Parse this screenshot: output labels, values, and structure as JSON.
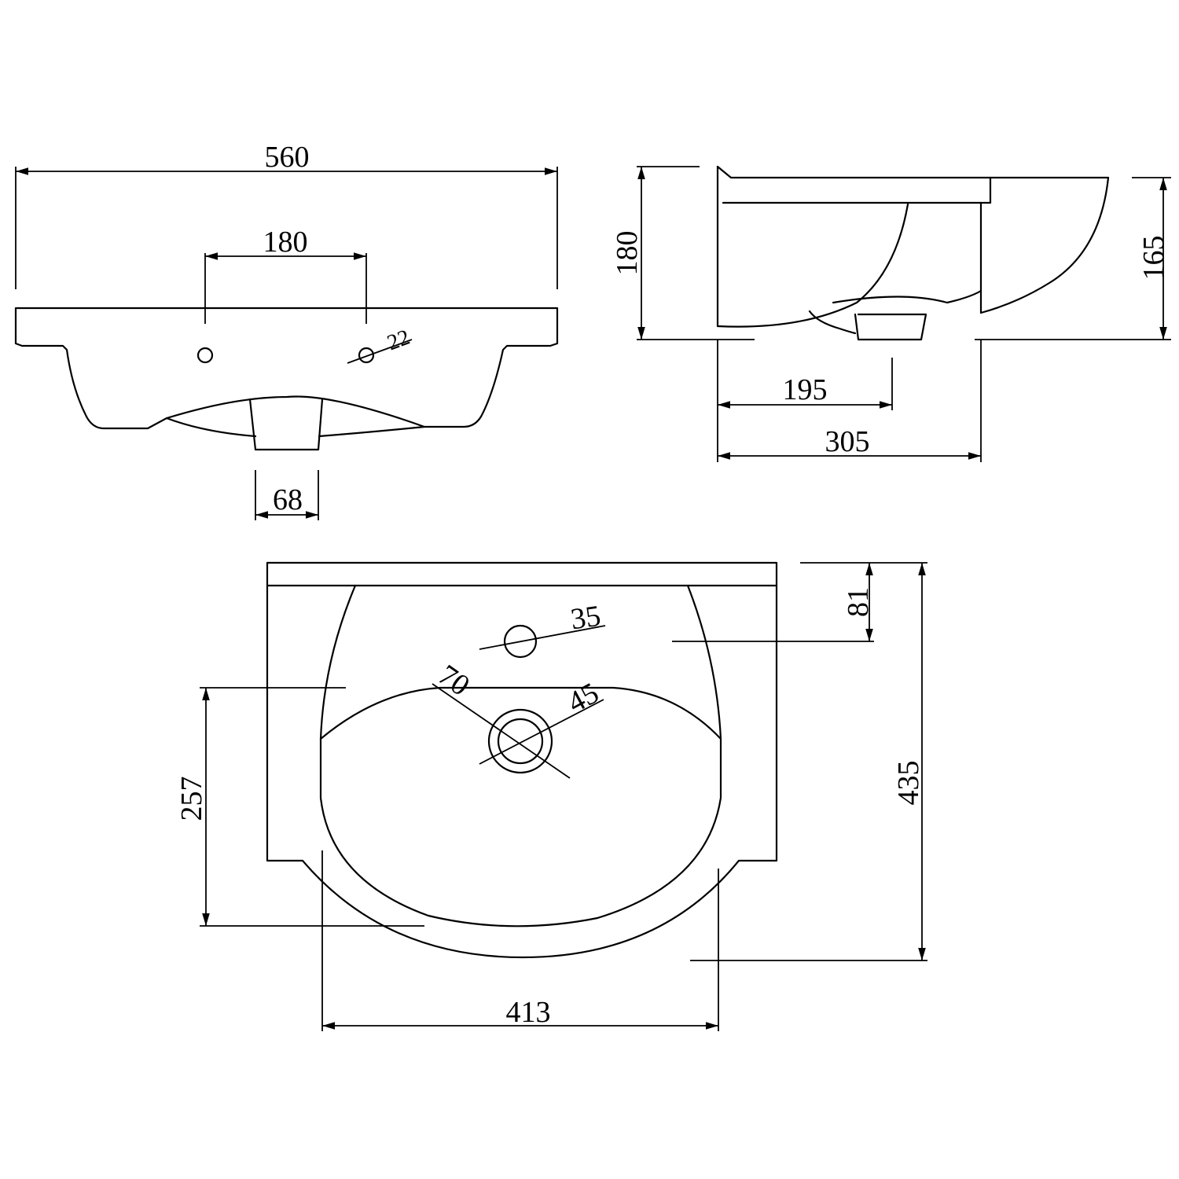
{
  "colors": {
    "stroke": "#000000",
    "background": "#ffffff"
  },
  "front_view": {
    "overall_width": "560",
    "tap_hole_spacing": "180",
    "hole_diameter": "22",
    "waste_width": "68"
  },
  "side_view": {
    "overall_height": "180",
    "bowl_height": "165",
    "waste_offset": "195",
    "overall_depth": "305"
  },
  "top_view": {
    "tap_hole_diameter": "35",
    "overflow_outer_diameter": "70",
    "overflow_inner_diameter": "45",
    "deck_depth": "81",
    "overall_depth": "435",
    "bowl_depth": "257",
    "bowl_width": "413"
  }
}
